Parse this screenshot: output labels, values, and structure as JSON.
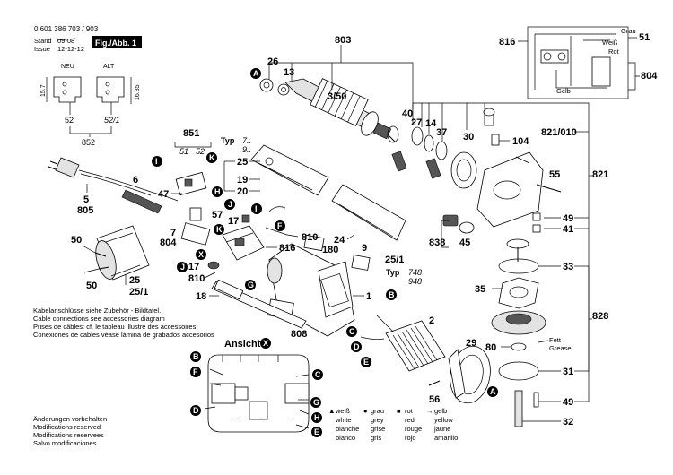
{
  "header": {
    "doc_number": "0 601 386 703 / 903",
    "stand_label": "Stand",
    "issue_label": "Issue",
    "date1": "09-08",
    "date2": "12-12-12",
    "fig_label": "Fig./Abb. 1"
  },
  "versions": {
    "neu": "NEU",
    "alt": "ALT",
    "dim_left": "15.7",
    "dim_right": "16.35",
    "part_neu": "52",
    "part_alt": "52/1",
    "part_set": "852"
  },
  "cable_notes": [
    "Kabelanschlüsse siehe Zubehör - Bildtafel.",
    "Cable connections see accessories diagram",
    "Prises de câbles: cf. le tableau illustré des accessoires",
    "Conexiones de cables véase lámina de grabados accesorios"
  ],
  "changes_notes": [
    "Änderungen vorbehalten",
    "Modifications reserved",
    "Modifications reservees",
    "Salvo modificaciones"
  ],
  "view_label": "Ansicht",
  "view_marker": "X",
  "typ": {
    "label1": "Typ",
    "val1a": "7..",
    "val1b": "9..",
    "label2": "Typ",
    "val2a": "748",
    "val2b": "948"
  },
  "wiring": {
    "grau": "Grau",
    "weiss": "Weiß",
    "rot": "Rot",
    "gelb": "Gelb"
  },
  "grease": {
    "fett": "Fett",
    "grease": "Grease"
  },
  "color_legend": [
    {
      "de": "weiß",
      "en": "white",
      "fr": "blanche",
      "es": "blanco"
    },
    {
      "de": "grau",
      "en": "grey",
      "fr": "grise",
      "es": "gris"
    },
    {
      "de": "rot",
      "en": "red",
      "fr": "rouge",
      "es": "rojo"
    },
    {
      "de": "gelb",
      "en": "yellow",
      "fr": "jaune",
      "es": "amarillo"
    }
  ],
  "parts": {
    "p803": "803",
    "p26": "26",
    "p13": "13",
    "p3_50": "3/50",
    "p40": "40",
    "p27": "27",
    "p14": "14",
    "p37": "37",
    "p30": "30",
    "p816": "816",
    "p51": "51",
    "p804a": "804",
    "p821_010": "821/010",
    "p104": "104",
    "p821": "821",
    "p55": "55",
    "p49a": "49",
    "p41": "41",
    "p838": "838",
    "p45": "45",
    "p33": "33",
    "p35": "35",
    "p828": "828",
    "p80": "80",
    "p31": "31",
    "p49b": "49",
    "p32": "32",
    "p29": "29",
    "p56": "56",
    "p2": "2",
    "p1": "1",
    "p808": "808",
    "p180": "180",
    "p9": "9",
    "p25_1a": "25/1",
    "p24": "24",
    "p810a": "810",
    "p816b": "816",
    "p851": "851",
    "p51b": "51",
    "p52b": "52",
    "p25": "25",
    "p19": "19",
    "p20": "20",
    "p47": "47",
    "p57": "57",
    "p7": "7",
    "p804b": "804",
    "p17a": "17",
    "p17b": "17",
    "p810b": "810",
    "p18": "18",
    "p5": "5",
    "p805": "805",
    "p6": "6",
    "p50a": "50",
    "p50b": "50",
    "p25b": "25",
    "p25_1b": "25/1"
  },
  "markers": {
    "A": "A",
    "B": "B",
    "C": "C",
    "D": "D",
    "E": "E",
    "F": "F",
    "G": "G",
    "H": "H",
    "I": "I",
    "J": "J",
    "K": "K",
    "X": "X"
  }
}
